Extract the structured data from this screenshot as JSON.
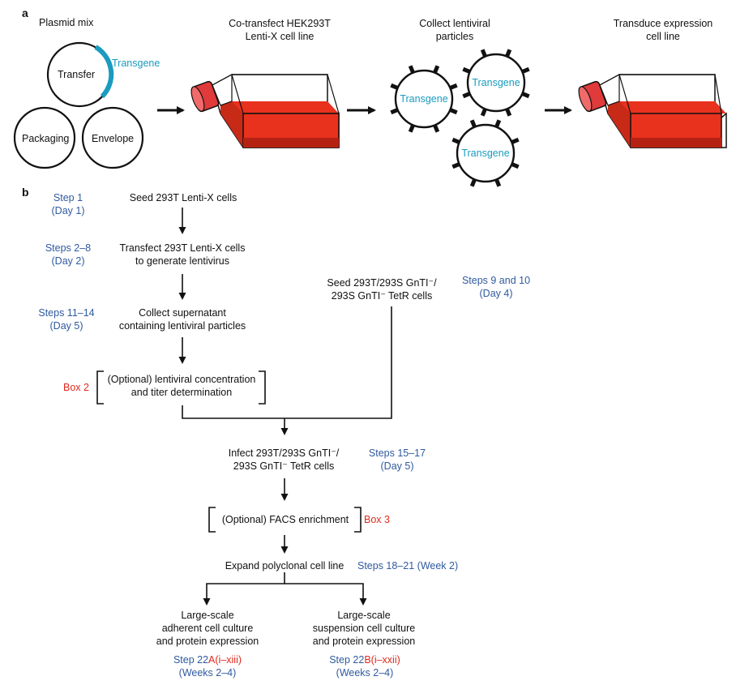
{
  "panel_a": {
    "label": "a",
    "plasmid_title": "Plasmid mix",
    "transfer": "Transfer",
    "transgene": "Transgene",
    "packaging": "Packaging",
    "envelope": "Envelope",
    "step1_title": [
      "Co-transfect HEK293T",
      "Lenti-X cell line"
    ],
    "step2_title": [
      "Collect lentiviral",
      "particles"
    ],
    "step3_title": [
      "Transduce expression",
      "cell line"
    ],
    "particle_label": "Transgene"
  },
  "panel_b": {
    "label": "b",
    "seed": "Seed 293T Lenti-X cells",
    "step1": [
      "Step 1",
      "(Day 1)"
    ],
    "transfect": [
      "Transfect 293T Lenti-X cells",
      "to generate lentivirus"
    ],
    "steps2_8": [
      "Steps 2–8",
      "(Day 2)"
    ],
    "seed_gnti": [
      "Seed 293T/293S GnTI⁻/",
      "293S GnTI⁻ TetR cells"
    ],
    "steps9_10": [
      "Steps 9 and 10",
      "(Day 4)"
    ],
    "collect": [
      "Collect supernatant",
      "containing lentiviral particles"
    ],
    "steps11_14": [
      "Steps 11–14",
      "(Day 5)"
    ],
    "box2": "Box 2",
    "concentration": [
      "(Optional) lentiviral concentration",
      "and titer determination"
    ],
    "infect": [
      "Infect 293T/293S GnTI⁻/",
      "293S GnTI⁻ TetR cells"
    ],
    "steps15_17": [
      "Steps 15–17",
      "(Day 5)"
    ],
    "facs": "(Optional) FACS enrichment",
    "box3": "Box 3",
    "expand": "Expand polyclonal cell line",
    "steps18_21": "Steps 18–21 (Week 2)",
    "adherent": [
      "Large-scale",
      "adherent cell culture",
      "and protein expression"
    ],
    "suspension": [
      "Large-scale",
      "suspension cell culture",
      "and protein expression"
    ],
    "step22a_prefix": "Step 22",
    "step22a_red": "A(i–xiii)",
    "step22a_weeks": "(Weeks 2–4)",
    "step22b_prefix": "Step 22",
    "step22b_red": "B(i–xxii)",
    "step22b_weeks": "(Weeks 2–4)"
  },
  "colors": {
    "blue_text": "#2f5aa0",
    "red_text": "#e02a1e",
    "transgene_cyan": "#1a9bbf",
    "medium_red": "#e8321e",
    "cap_red": "#e03a3a"
  }
}
